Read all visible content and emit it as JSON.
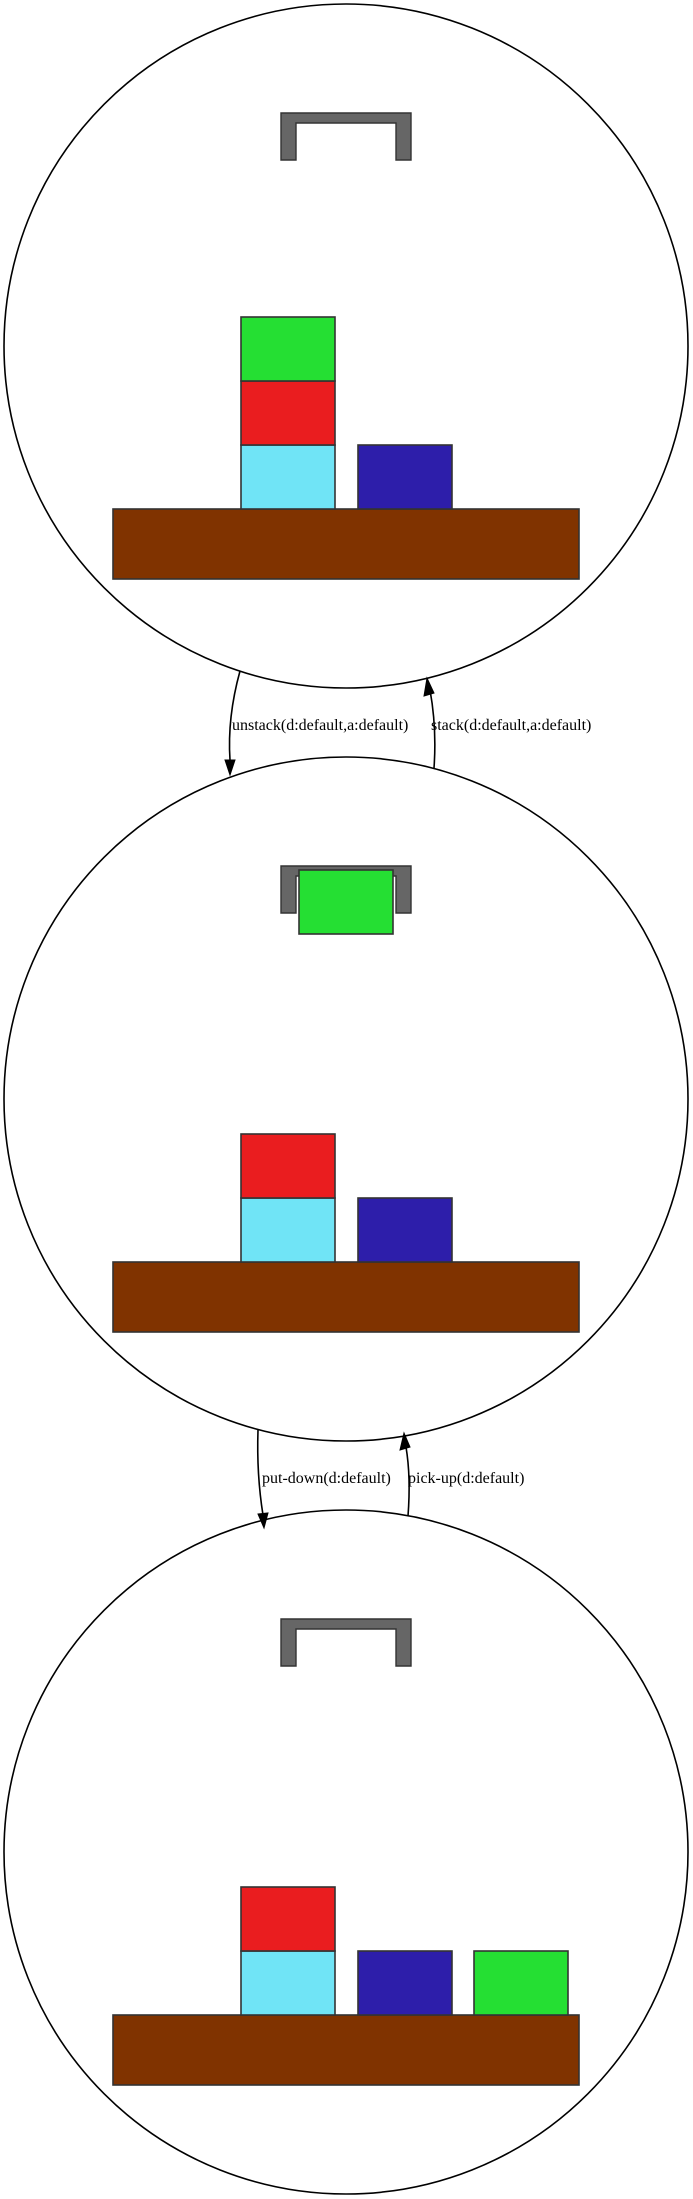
{
  "colors": {
    "a": "#70e4f6",
    "b": "#ea1d1f",
    "c": "#2d1eaa",
    "d": "#25df33",
    "table": "#803300",
    "gripper": "#666666"
  },
  "states": [
    {
      "id": "s0",
      "gripper_holding": null,
      "stacks": [
        [
          "a",
          "b",
          "d"
        ],
        [
          "c"
        ]
      ]
    },
    {
      "id": "s1",
      "gripper_holding": "d",
      "stacks": [
        [
          "a",
          "b"
        ],
        [
          "c"
        ]
      ]
    },
    {
      "id": "s2",
      "gripper_holding": null,
      "stacks": [
        [
          "a",
          "b"
        ],
        [
          "c"
        ],
        [
          "d"
        ]
      ]
    }
  ],
  "transitions": [
    {
      "from": "s0",
      "to": "s1",
      "label": "unstack(d:default,a:default)"
    },
    {
      "from": "s1",
      "to": "s0",
      "label": "stack(d:default,a:default)"
    },
    {
      "from": "s1",
      "to": "s2",
      "label": "put-down(d:default)"
    },
    {
      "from": "s2",
      "to": "s1",
      "label": "pick-up(d:default)"
    }
  ]
}
